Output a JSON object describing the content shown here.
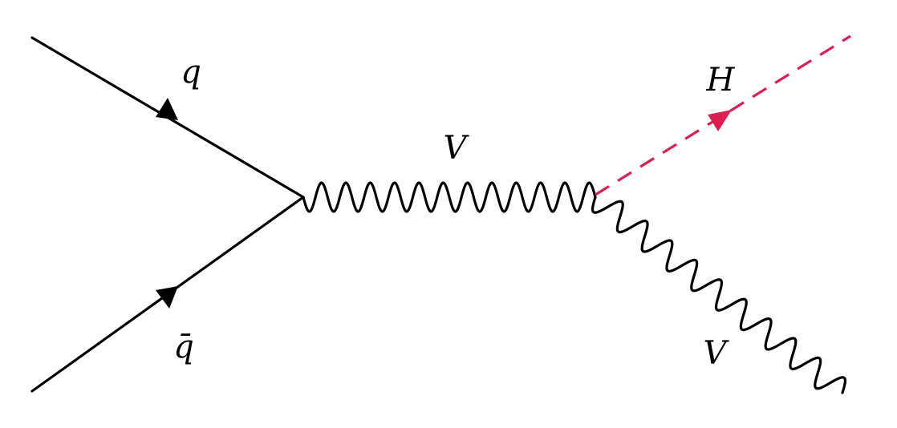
{
  "diagram": {
    "type": "feynman-diagram",
    "colors": {
      "line": "#000000",
      "higgs": "#dc1e50"
    },
    "particles": {
      "quark": "q",
      "antiquark": "q̄",
      "boson_internal": "V",
      "higgs": "H",
      "boson_outgoing": "V"
    }
  }
}
